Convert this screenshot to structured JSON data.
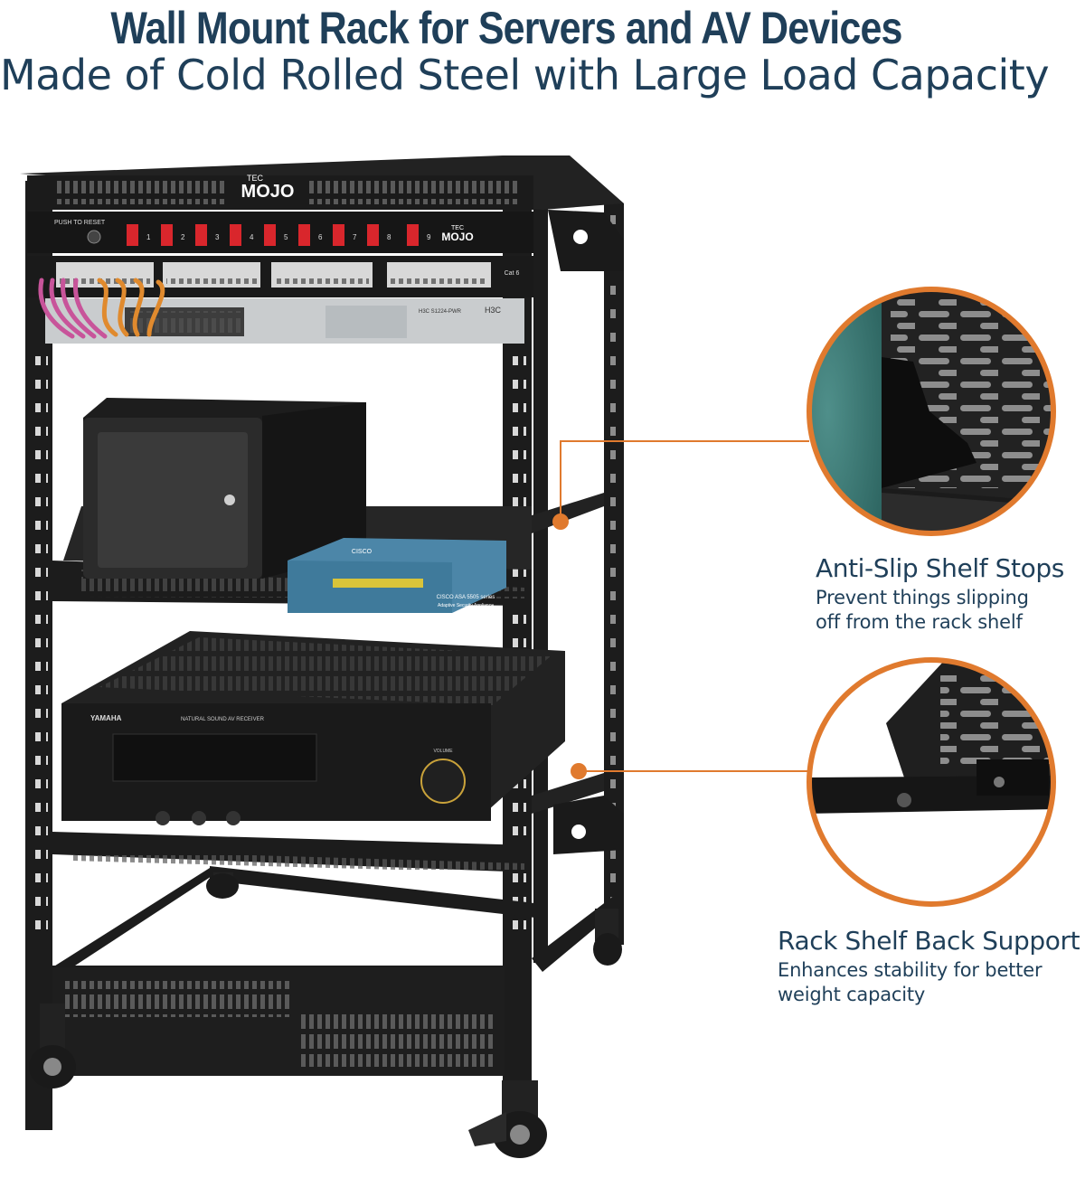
{
  "header": {
    "title": "Wall Mount Rack for Servers and AV Devices",
    "subtitle": "Made of Cold Rolled Steel with Large Load Capacity"
  },
  "callouts": [
    {
      "title": "Anti-Slip Shelf Stops",
      "description_lines": [
        "Prevent things slipping",
        "off from the rack shelf"
      ]
    },
    {
      "title": "Rack Shelf Back Support",
      "description_lines": [
        "Enhances stability for better",
        "weight capacity"
      ]
    }
  ],
  "product_labels": {
    "brand": "MOJO",
    "brand_prefix": "TEC",
    "reset_label": "PUSH TO RESET",
    "switch_numbers": [
      "1",
      "2",
      "3",
      "4",
      "5",
      "6",
      "7",
      "8",
      "9"
    ],
    "patch_label": "Cat 6",
    "switch_brand": "H3C",
    "switch_model": "H3C S1224-PWR",
    "firewall_brand": "CISCO",
    "firewall_model": "CISCO ASA 5505 series",
    "firewall_sub": "Adaptive Security Appliance",
    "receiver_brand": "YAMAHA",
    "receiver_model": "NATURAL SOUND AV RECEIVER",
    "volume_label": "VOLUME"
  },
  "colors": {
    "heading": "#1f3f59",
    "accent_orange": "#e07a2e",
    "rack_black": "#1c1c1c"
  }
}
